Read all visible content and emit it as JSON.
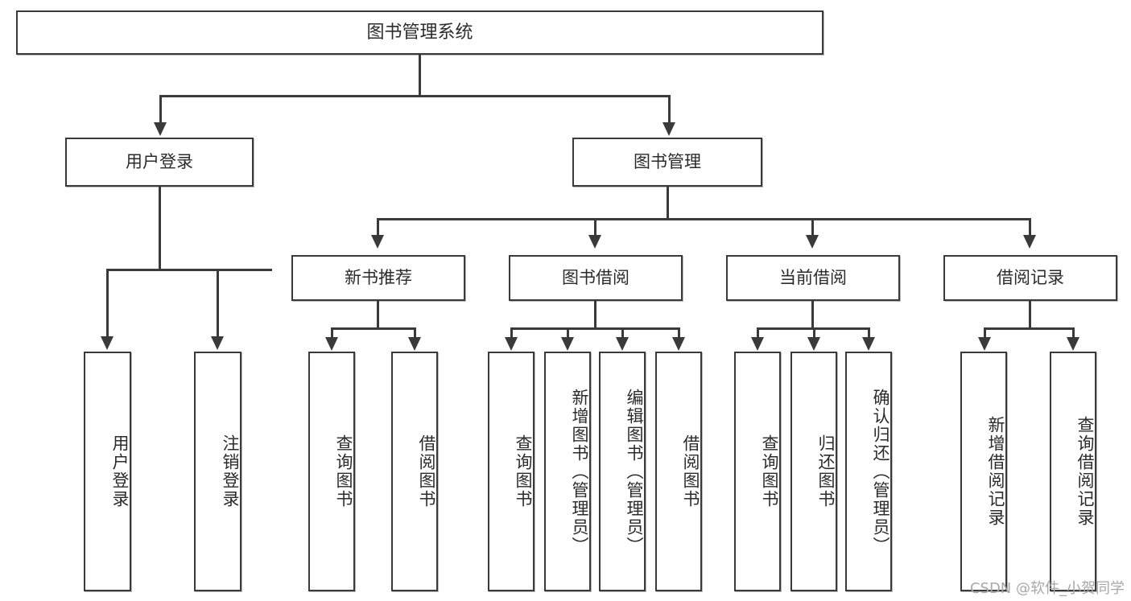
{
  "diagram": {
    "title": "图书管理系统",
    "type": "tree",
    "root": {
      "id": "root",
      "label": "图书管理系统"
    },
    "level2": [
      {
        "id": "user-login",
        "label": "用户登录"
      },
      {
        "id": "book-manage",
        "label": "图书管理"
      }
    ],
    "level3": [
      {
        "id": "new-book-recommend",
        "label": "新书推荐"
      },
      {
        "id": "book-borrow",
        "label": "图书借阅"
      },
      {
        "id": "current-borrow",
        "label": "当前借阅"
      },
      {
        "id": "borrow-record",
        "label": "借阅记录"
      }
    ],
    "leaves": {
      "user_login": [
        {
          "id": "leaf-user-login",
          "label": "用户登录"
        },
        {
          "id": "leaf-user-logout",
          "label": "注销登录"
        }
      ],
      "new_book_recommend": [
        {
          "id": "leaf-query-book-1",
          "label": "查询图书"
        },
        {
          "id": "leaf-borrow-book-1",
          "label": "借阅图书"
        }
      ],
      "book_borrow": [
        {
          "id": "leaf-query-book-2",
          "label": "查询图书"
        },
        {
          "id": "leaf-add-book",
          "label": "新增图书（管理员）"
        },
        {
          "id": "leaf-edit-book",
          "label": "编辑图书（管理员）"
        },
        {
          "id": "leaf-borrow-book-2",
          "label": "借阅图书"
        }
      ],
      "current_borrow": [
        {
          "id": "leaf-query-book-3",
          "label": "查询图书"
        },
        {
          "id": "leaf-return-book",
          "label": "归还图书"
        },
        {
          "id": "leaf-confirm-return",
          "label": "确认归还（管理员）"
        }
      ],
      "borrow_record": [
        {
          "id": "leaf-add-borrow-record",
          "label": "新增借阅记录"
        },
        {
          "id": "leaf-query-borrow-record",
          "label": "查询借阅记录"
        }
      ]
    }
  },
  "watermark": {
    "text": "CSDN @软件_小贺同学"
  },
  "colors": {
    "stroke": "#3a3a3a",
    "box_fill": "#ffffff",
    "text": "#2b2b2b",
    "watermark": "#a8a8a8"
  }
}
